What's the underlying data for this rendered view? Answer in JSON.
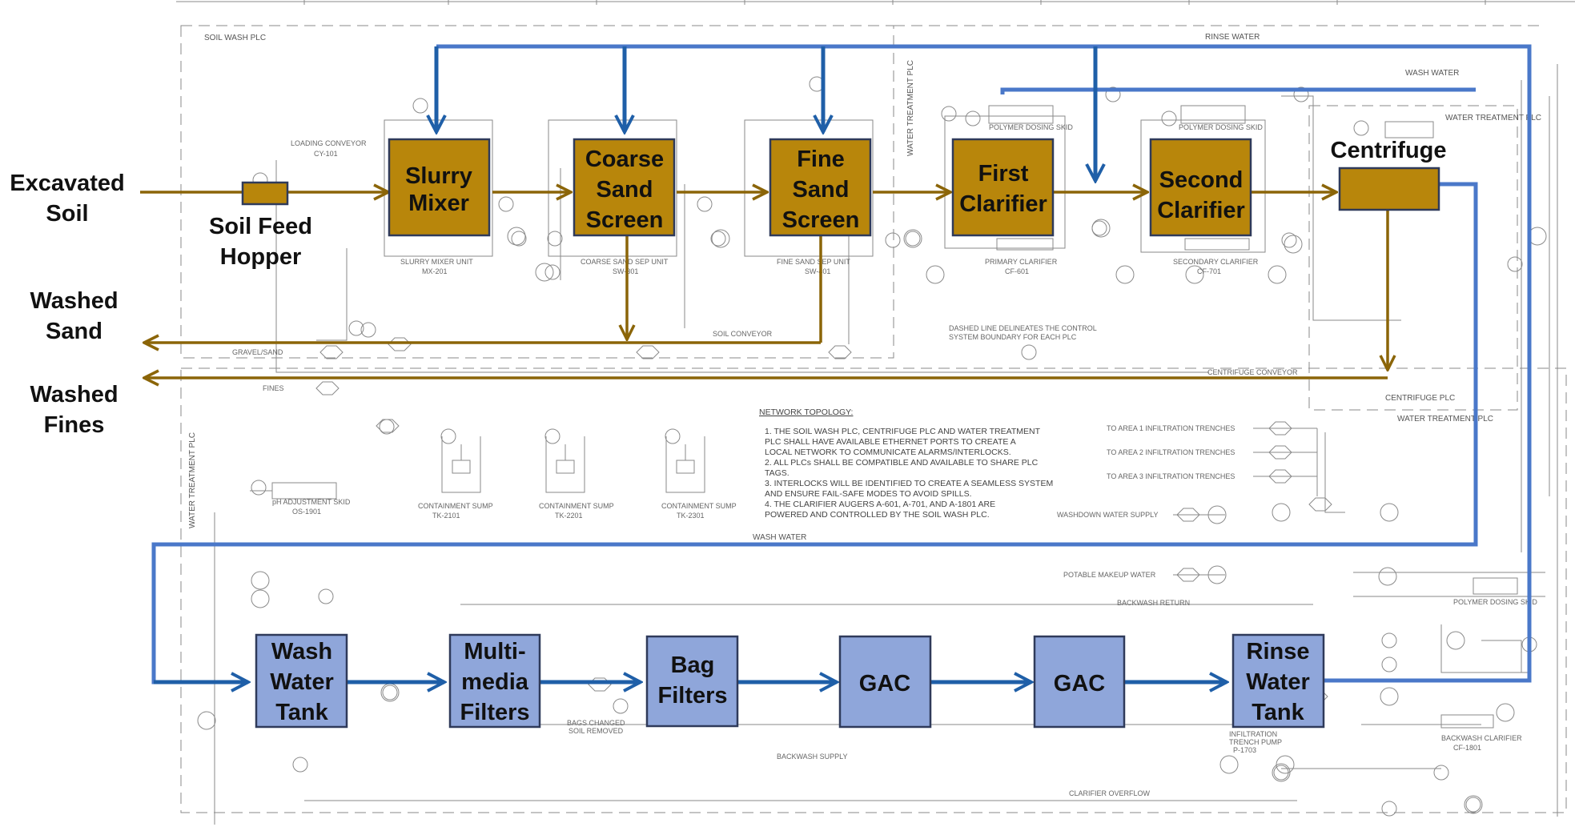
{
  "inputs": {
    "excavated_soil": "Excavated\nSoil",
    "soil_feed_hopper": "Soil Feed\nHopper"
  },
  "outputs": {
    "washed_sand": "Washed\nSand",
    "washed_fines": "Washed\nFines"
  },
  "process_units": [
    {
      "id": "slurry-mixer",
      "label": "Slurry\nMixer"
    },
    {
      "id": "coarse-sand-screen",
      "label": "Coarse\nSand\nScreen"
    },
    {
      "id": "fine-sand-screen",
      "label": "Fine\nSand\nScreen"
    },
    {
      "id": "first-clarifier",
      "label": "First\nClarifier"
    },
    {
      "id": "second-clarifier",
      "label": "Second\nClarifier"
    },
    {
      "id": "centrifuge",
      "label": "Centrifuge"
    }
  ],
  "water_units": [
    {
      "id": "wash-water-tank",
      "label": "Wash\nWater\nTank"
    },
    {
      "id": "multimedia-filters",
      "label": "Multi-\nmedia\nFilters"
    },
    {
      "id": "bag-filters",
      "label": "Bag\nFilters"
    },
    {
      "id": "gac-1",
      "label": "GAC"
    },
    {
      "id": "gac-2",
      "label": "GAC"
    },
    {
      "id": "rinse-water-tank",
      "label": "Rinse\nWater\nTank"
    }
  ],
  "background": {
    "soil_wash_plc": "SOIL WASH PLC",
    "water_treatment_plc": "WATER TREATMENT PLC",
    "centrifuge_plc": "CENTRIFUGE PLC",
    "rinse_water": "RINSE WATER",
    "wash_water": "WASH WATER",
    "wash_water_bottom": "WASH WATER",
    "network_topology": "NETWORK TOPOLOGY:",
    "notes": [
      "1.  THE SOIL WASH PLC, CENTRIFUGE PLC AND WATER TREATMENT",
      "     PLC SHALL HAVE AVAILABLE ETHERNET PORTS TO CREATE A",
      "     LOCAL NETWORK TO COMMUNICATE ALARMS/INTERLOCKS.",
      "2.  ALL PLCs SHALL BE COMPATIBLE AND AVAILABLE TO SHARE PLC",
      "     TAGS.",
      "3.  INTERLOCKS WILL BE IDENTIFIED TO CREATE A SEAMLESS SYSTEM",
      "     AND ENSURE FAIL-SAFE MODES TO AVOID SPILLS.",
      "4.  THE CLARIFIER AUGERS A-601, A-701, AND A-1801 ARE",
      "     POWERED AND CONTROLLED BY THE SOIL WASH PLC."
    ],
    "dashed_line_note": "DASHED LINE DELINEATES THE CONTROL\nSYSTEM BOUNDARY FOR EACH PLC",
    "trenches": [
      "TO AREA 1 INFILTRATION TRENCHES",
      "TO AREA 2 INFILTRATION TRENCHES",
      "TO AREA 3 INFILTRATION TRENCHES"
    ],
    "washdown": "WASHDOWN WATER SUPPLY",
    "potable": "POTABLE MAKEUP WATER",
    "backwash_return": "BACKWASH RETURN",
    "backwash_supply": "BACKWASH SUPPLY",
    "clarifier_overflow": "CLARIFIER OVERFLOW",
    "gravel_sand": "GRAVEL/SAND",
    "fines_line": "FINES",
    "soil_conveyor": "SOIL CONVEYOR",
    "centrifuge_conveyor": "CENTRIFUGE CONVEYOR",
    "containment_sump": "CONTAINMENT SUMP",
    "sump_tags": [
      "TK-2101",
      "TK-2201",
      "TK-2301"
    ],
    "ph_skid": "pH ADJUSTMENT SKID",
    "ph_skid_tag": "OS-1901",
    "primary_clarifier": "PRIMARY CLARIFIER",
    "primary_clarifier_tag": "CF-601",
    "secondary_clarifier": "SECONDARY CLARIFIER",
    "secondary_clarifier_tag": "CF-701",
    "backwash_clarifier": "BACKWASH CLARIFIER",
    "backwash_clarifier_tag": "CF-1801",
    "slurry_mixer_unit": "SLURRY MIXER UNIT",
    "slurry_mixer_tag": "MX-201",
    "coarse_sep_unit": "COARSE SAND SEP UNIT",
    "coarse_sep_tag": "SW-301",
    "fine_sep_unit": "FINE SAND SEP UNIT",
    "fine_sep_tag": "SW-401",
    "loading_conveyor": "LOADING CONVEYOR",
    "loading_conveyor_tag": "CY-101",
    "polymer_dosing": "POLYMER DOSING SKID",
    "water_treatment_plc_right": "WATER TREATMENT PLC",
    "infiltration_pump": "INFILTRATION\nTRENCH PUMP",
    "infiltration_pump_tag": "P-1703",
    "bags_changed": "BAGS CHANGED\nSOIL REMOVED"
  }
}
